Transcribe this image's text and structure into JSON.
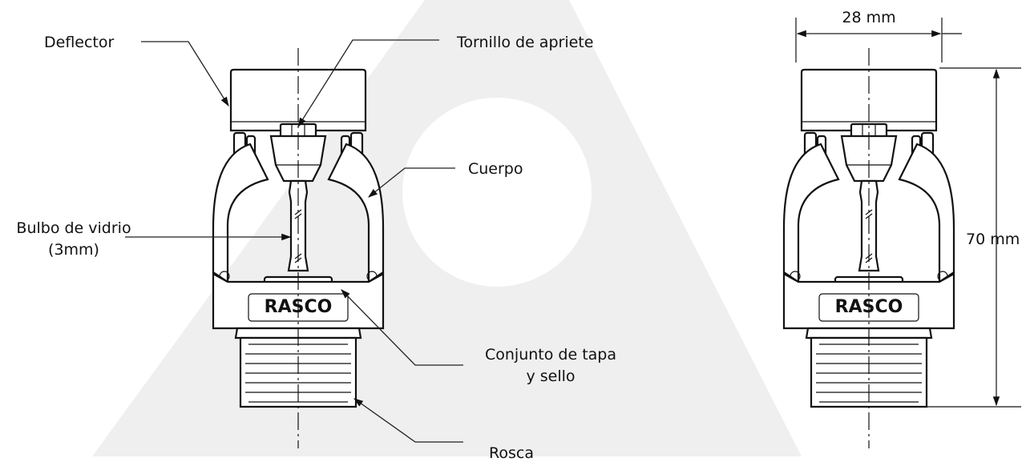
{
  "labels": {
    "deflector": "Deflector",
    "tornillo": "Tornillo de apriete",
    "cuerpo": "Cuerpo",
    "bulbo_1": "Bulbo de vidrio",
    "bulbo_2": "(3mm)",
    "conjunto_1": "Conjunto de tapa",
    "conjunto_2": "y sello",
    "rosca": "Rosca"
  },
  "dimensions": {
    "width": "28 mm",
    "height": "70 mm"
  },
  "brand": "RASCO",
  "colors": {
    "watermark": "#efefef",
    "line": "#111111"
  }
}
